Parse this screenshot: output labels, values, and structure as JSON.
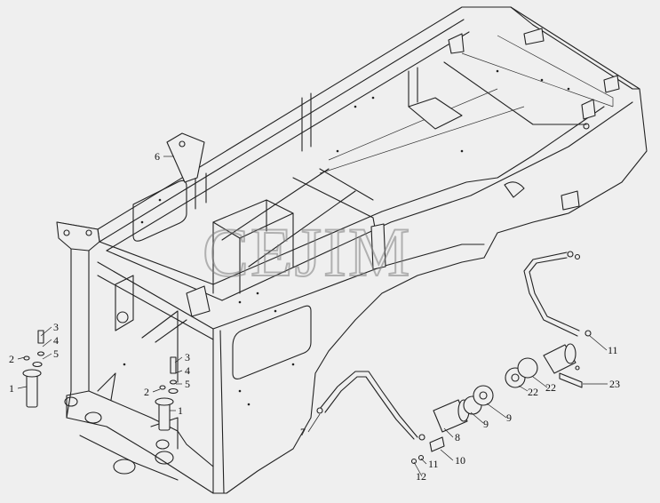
{
  "watermark": "CEJIM",
  "callouts": [
    {
      "id": "c6",
      "label": "6"
    },
    {
      "id": "c3a",
      "label": "3"
    },
    {
      "id": "c4a",
      "label": "4"
    },
    {
      "id": "c2a",
      "label": "2"
    },
    {
      "id": "c5a",
      "label": "5"
    },
    {
      "id": "c1a",
      "label": "1"
    },
    {
      "id": "c3b",
      "label": "3"
    },
    {
      "id": "c4b",
      "label": "4"
    },
    {
      "id": "c2b",
      "label": "2"
    },
    {
      "id": "c5b",
      "label": "5"
    },
    {
      "id": "c1b",
      "label": "1"
    },
    {
      "id": "c11a",
      "label": "11"
    },
    {
      "id": "c23",
      "label": "23"
    },
    {
      "id": "c22a",
      "label": "22"
    },
    {
      "id": "c22b",
      "label": "22"
    },
    {
      "id": "c9a",
      "label": "9"
    },
    {
      "id": "c9b",
      "label": "9"
    },
    {
      "id": "c8",
      "label": "8"
    },
    {
      "id": "c7",
      "label": "7"
    },
    {
      "id": "c10",
      "label": "10"
    },
    {
      "id": "c11b",
      "label": "11"
    },
    {
      "id": "c12",
      "label": "12"
    }
  ]
}
